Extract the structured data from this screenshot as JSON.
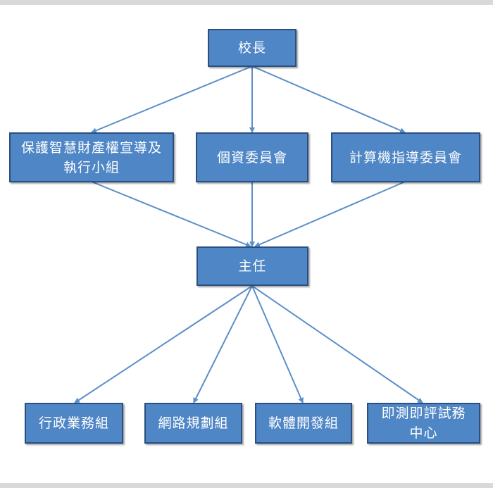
{
  "nodes": {
    "principal": "校長",
    "ip_group": "保護智慧財產權宣導及執行小組",
    "privacy_committee": "個資委員會",
    "computer_committee": "計算機指導委員會",
    "director": "主任",
    "admin_group": "行政業務組",
    "network_group": "網路規劃組",
    "software_group": "軟體開發組",
    "testing_center": "即測即評試務中心"
  },
  "colors": {
    "node_fill": "#4f86c6",
    "node_border": "#2a4f80",
    "connector": "#5b8fc9"
  }
}
